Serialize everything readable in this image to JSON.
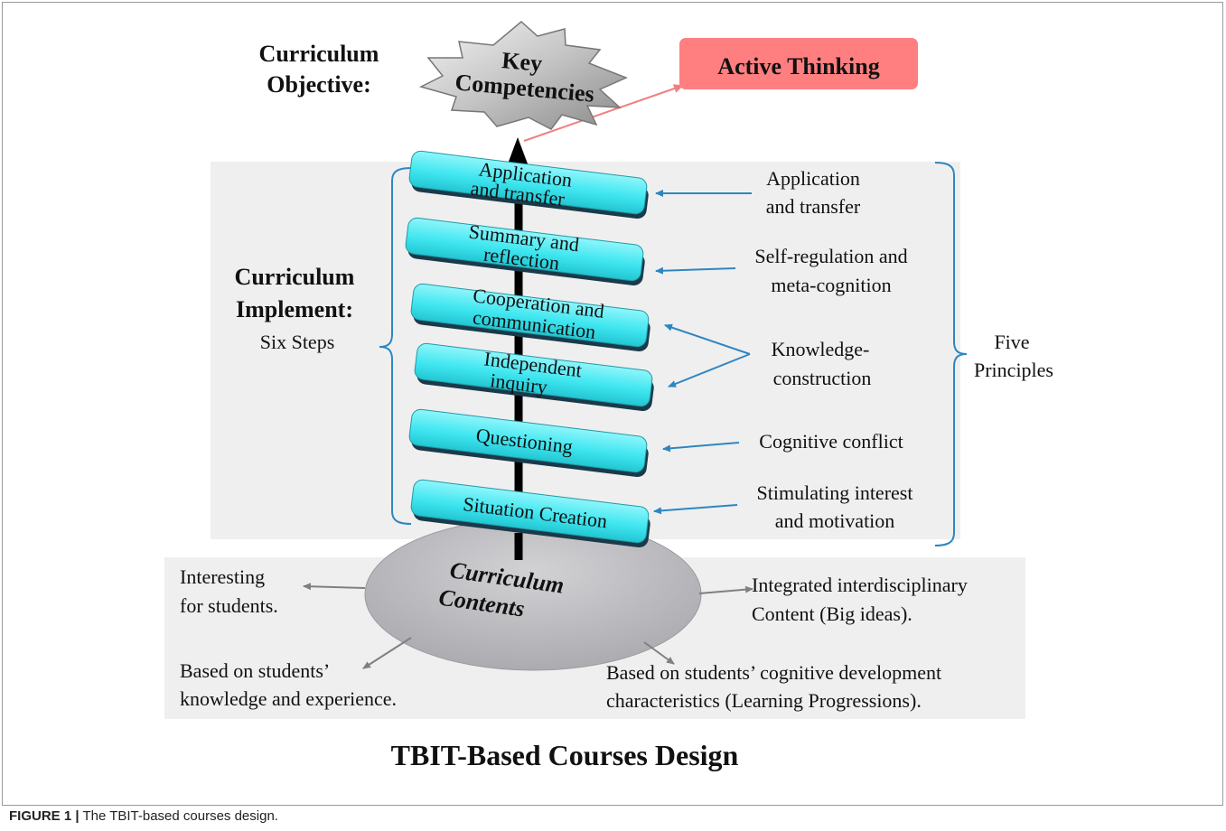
{
  "objective": {
    "label_lines": [
      "Curriculum",
      "Objective:"
    ],
    "key_lines": [
      "Key",
      "Competencies"
    ],
    "active": "Active Thinking"
  },
  "implement": {
    "label_lines": [
      "Curriculum",
      "Implement:"
    ],
    "sub_label": "Six Steps"
  },
  "steps": [
    {
      "lines": [
        "Application",
        "and transfer"
      ]
    },
    {
      "lines": [
        "Summary and",
        "reflection"
      ]
    },
    {
      "lines": [
        "Cooperation and",
        "communication"
      ]
    },
    {
      "lines": [
        "Independent",
        "inquiry"
      ]
    },
    {
      "lines": [
        "Questioning"
      ]
    },
    {
      "lines": [
        "Situation Creation"
      ]
    }
  ],
  "principles": [
    {
      "lines": [
        "Application",
        "and transfer"
      ]
    },
    {
      "lines": [
        "Self-regulation and",
        "meta-cognition"
      ]
    },
    {
      "lines": [
        "Knowledge-",
        "construction"
      ]
    },
    {
      "lines": [
        "Cognitive conflict"
      ]
    },
    {
      "lines": [
        "Stimulating interest",
        "and motivation"
      ]
    }
  ],
  "principles_label_lines": [
    "Five",
    "Principles"
  ],
  "contents": {
    "label_lines": [
      "Curriculum",
      "Contents"
    ],
    "notes": [
      {
        "lines": [
          "Interesting",
          "for students."
        ]
      },
      {
        "lines": [
          "Integrated interdisciplinary",
          "Content (Big ideas)."
        ]
      },
      {
        "lines": [
          "Based on students’",
          "knowledge and experience."
        ]
      },
      {
        "lines": [
          "Based on students’ cognitive development",
          "characteristics (Learning Progressions)."
        ]
      }
    ]
  },
  "title": "TBIT-Based Courses Design",
  "caption": {
    "prefix": "FIGURE 1 |",
    "text": "The TBIT-based courses design."
  },
  "colors": {
    "step_fill": "#3fe6f0",
    "active_box": "#ff7f80",
    "arrow_blue": "#2e86c1",
    "panel": "#efefef",
    "ellipse": "#bcbcbf"
  }
}
